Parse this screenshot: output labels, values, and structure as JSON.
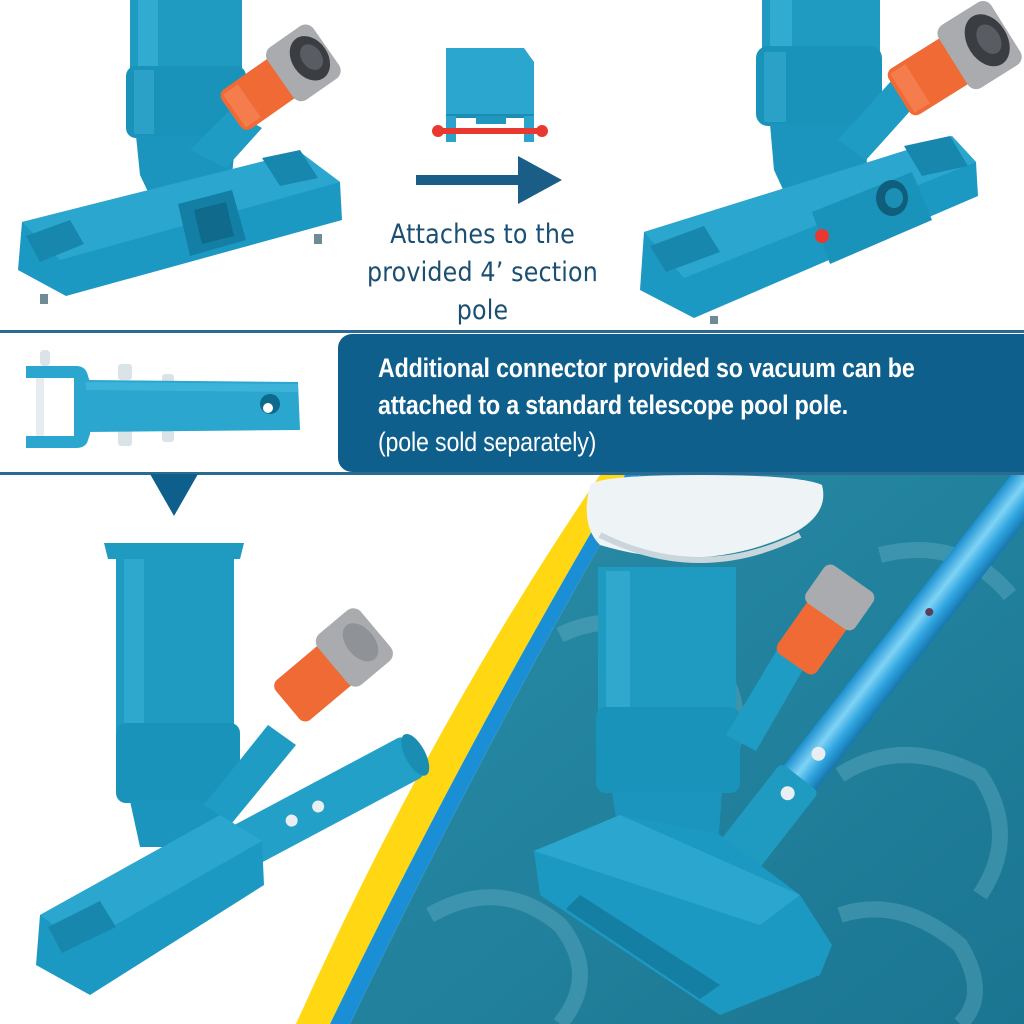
{
  "top_section": {
    "left_image": {
      "description": "Pool jet vacuum head with orange/grey garden-hose connector and blue base, square pole socket",
      "colors": {
        "body": "#1e9ec3",
        "connector": "#f06a34",
        "cap": "#a7a9ac"
      }
    },
    "adapter_image": {
      "description": "Blue pole clip with red pin",
      "colors": {
        "body": "#2aa6cf",
        "pin": "#e8382f"
      }
    },
    "arrow": {
      "icon": "right-arrow-icon",
      "color": "#1a5d87"
    },
    "caption": {
      "line1": "Attaches to the",
      "line2": "provided 4’ section pole"
    },
    "right_image": {
      "description": "Pool jet vacuum head with clip attached, round pole socket and red button"
    }
  },
  "banner": {
    "line1": "Additional connector provided so vacuum can be",
    "line2": "attached to a standard telescope pool pole.",
    "line3": "(pole sold separately)",
    "background": "#0f5f8c",
    "text_color": "#ffffff"
  },
  "connector": {
    "description": "Blue telescope-pole connector with white pins and hole",
    "pointer": "down-triangle-icon"
  },
  "bottom_section": {
    "left_image": {
      "description": "Vacuum with open canister top, hose connector and pole adapter attached"
    },
    "right_image": {
      "description": "Vacuum in pool with mesh bag and aluminium telescopic pole"
    },
    "stripe_colors": {
      "yellow": "#ffd713",
      "blue": "#1b8fd6",
      "water": "#1f7f9c"
    }
  }
}
